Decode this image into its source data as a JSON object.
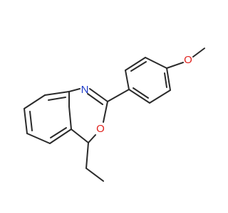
{
  "molecule": {
    "atoms": {
      "nitrogen": {
        "label": "N",
        "color": "#1f3cc9"
      },
      "ring_oxygen": {
        "label": "O",
        "color": "#e0201b"
      },
      "methoxy_oxygen": {
        "label": "O",
        "color": "#e0201b"
      }
    }
  }
}
